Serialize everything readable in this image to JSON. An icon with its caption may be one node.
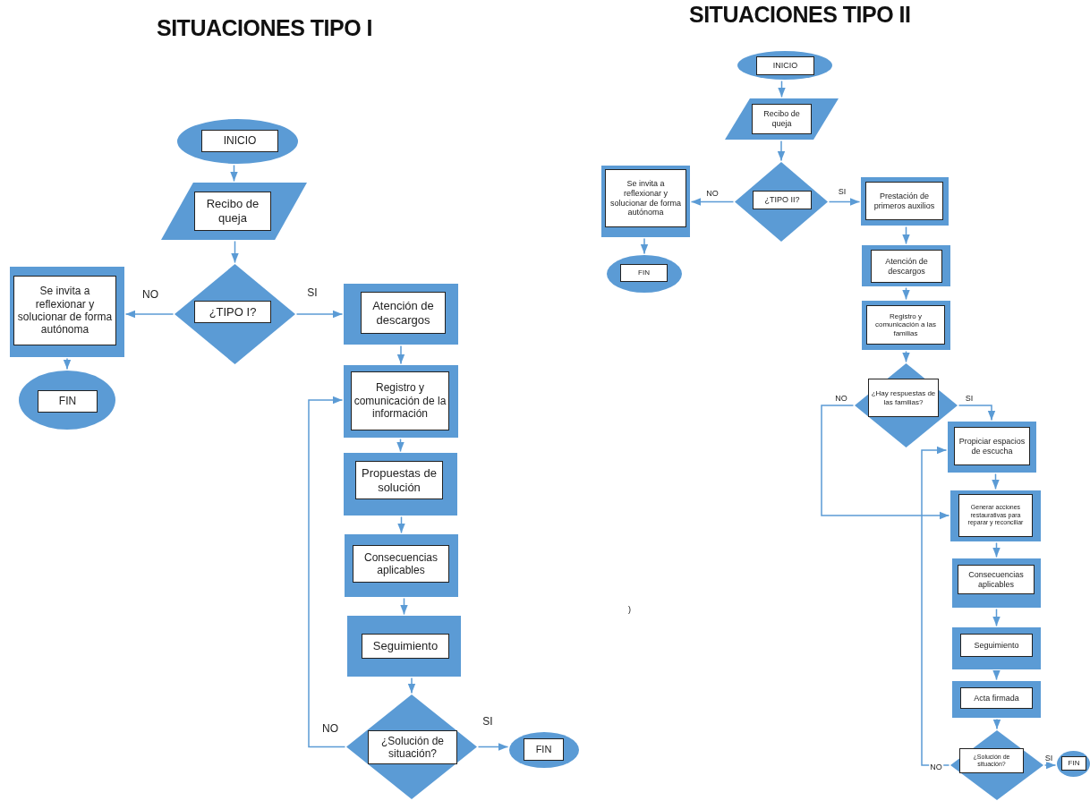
{
  "diagram": {
    "nodes": [
      {
        "text": [
          "INICIO"
        ]
      },
      {
        "text": [
          "Recibo de queja"
        ]
      },
      {
        "text": [
          "¿TIPO I?"
        ]
      },
      {
        "text": [
          "Se invita a reflexionar y solucionar de forma autónoma"
        ]
      },
      {
        "text": [
          "FIN"
        ]
      },
      {
        "text": [
          "Atención de descargos"
        ]
      },
      {
        "text": [
          "Registro y comunicación de la información"
        ]
      },
      {
        "text": [
          "Propuestas de solución"
        ]
      },
      {
        "text": [
          "Consecuencias aplicables"
        ]
      },
      {
        "text": [
          "Seguimiento"
        ]
      },
      {
        "text": [
          "¿Solución de situación?"
        ]
      },
      {
        "text": [
          "FIN"
        ]
      },
      {
        "text": [
          "INICIO"
        ]
      },
      {
        "text": [
          "Recibo de queja"
        ]
      },
      {
        "text": [
          "¿TIPO II?"
        ]
      },
      {
        "text": [
          "Se invita a reflexionar y solucionar de forma autónoma"
        ]
      },
      {
        "text": [
          "FIN"
        ]
      },
      {
        "text": [
          "Prestación de primeros auxilios"
        ]
      },
      {
        "text": [
          "Atención de descargos"
        ]
      },
      {
        "text": [
          "Registro y comunicación a las familias"
        ]
      },
      {
        "text": [
          "¿Hay respuestas de las familias?"
        ]
      },
      {
        "text": [
          "Propiciar espacios de escucha"
        ]
      },
      {
        "text": [
          "Generar acciones restaurativas para reparar y reconciliar"
        ]
      },
      {
        "text": [
          "Consecuencias aplicables"
        ]
      },
      {
        "text": [
          "Seguimiento"
        ]
      },
      {
        "text": [
          "Acta firmada"
        ]
      },
      {
        "text": [
          "¿Solución de situación?"
        ]
      },
      {
        "text": [
          "FIN"
        ]
      }
    ],
    "edges": [
      {
        "from": 0,
        "to": 1,
        "arrow": "to"
      },
      {
        "from": 1,
        "to": 2,
        "arrow": "to"
      },
      {
        "from": 2,
        "to": 3,
        "arrow": "to",
        "label": "NO"
      },
      {
        "from": 2,
        "to": 5,
        "arrow": "to",
        "label": "SI"
      },
      {
        "from": 3,
        "to": 4,
        "arrow": "to"
      },
      {
        "from": 5,
        "to": 6,
        "arrow": "to"
      },
      {
        "from": 6,
        "to": 7,
        "arrow": "to"
      },
      {
        "from": 7,
        "to": 8,
        "arrow": "to"
      },
      {
        "from": 8,
        "to": 9,
        "arrow": "to"
      },
      {
        "from": 9,
        "to": 10,
        "arrow": "to"
      },
      {
        "from": 10,
        "to": 6,
        "arrow": "to",
        "label": "NO"
      },
      {
        "from": 10,
        "to": 11,
        "arrow": "to",
        "label": "SI"
      },
      {
        "from": 12,
        "to": 13,
        "arrow": "to"
      },
      {
        "from": 13,
        "to": 14,
        "arrow": "to"
      },
      {
        "from": 14,
        "to": 15,
        "arrow": "to",
        "label": "NO"
      },
      {
        "from": 14,
        "to": 17,
        "arrow": "to",
        "label": "SI"
      },
      {
        "from": 15,
        "to": 16,
        "arrow": "to"
      },
      {
        "from": 17,
        "to": 18,
        "arrow": "to"
      },
      {
        "from": 18,
        "to": 19,
        "arrow": "to"
      },
      {
        "from": 19,
        "to": 20,
        "arrow": "to"
      },
      {
        "from": 20,
        "to": 22,
        "arrow": "to",
        "label": "NO"
      },
      {
        "from": 20,
        "to": 21,
        "arrow": "to",
        "label": "SI"
      },
      {
        "from": 21,
        "to": 22,
        "arrow": "to"
      },
      {
        "from": 22,
        "to": 23,
        "arrow": "to"
      },
      {
        "from": 23,
        "to": 24,
        "arrow": "to"
      },
      {
        "from": 24,
        "to": 25,
        "arrow": "to"
      },
      {
        "from": 25,
        "to": 26,
        "arrow": "to"
      },
      {
        "from": 26,
        "to": 21,
        "arrow": "to",
        "label": "NO"
      },
      {
        "from": 26,
        "to": 27,
        "arrow": "to",
        "label": "SI"
      }
    ],
    "labels": [
      "SITUACIONES TIPO I",
      "SITUACIONES TIPO II",
      ")"
    ]
  }
}
